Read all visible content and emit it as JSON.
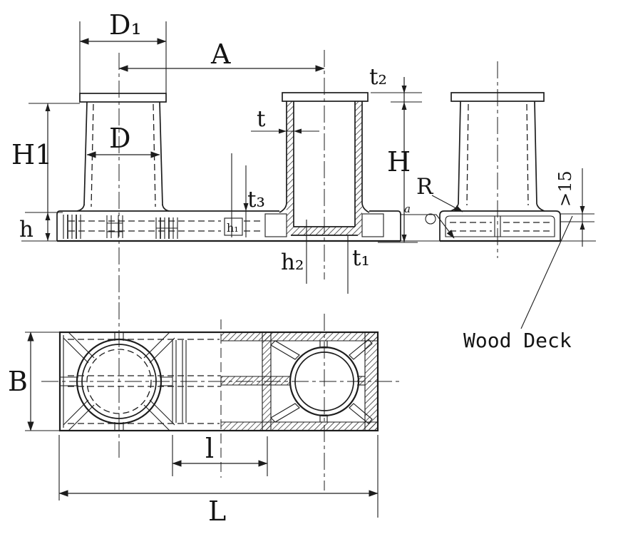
{
  "colors": {
    "line": "#1d1d1d",
    "background": "#ffffff"
  },
  "labels": {
    "D1": "D₁",
    "A": "A",
    "t2": "t₂",
    "t": "t",
    "H1": "H1",
    "D": "D",
    "t3": "t₃",
    "h": "h",
    "h1": "h₁",
    "h2": "h₂",
    "t1": "t₁",
    "H": "H",
    "R": "R",
    "a": "a",
    "min_protrusion": ">15",
    "wood_deck": "Wood Deck",
    "B": "B",
    "l": "l",
    "L": "L"
  }
}
